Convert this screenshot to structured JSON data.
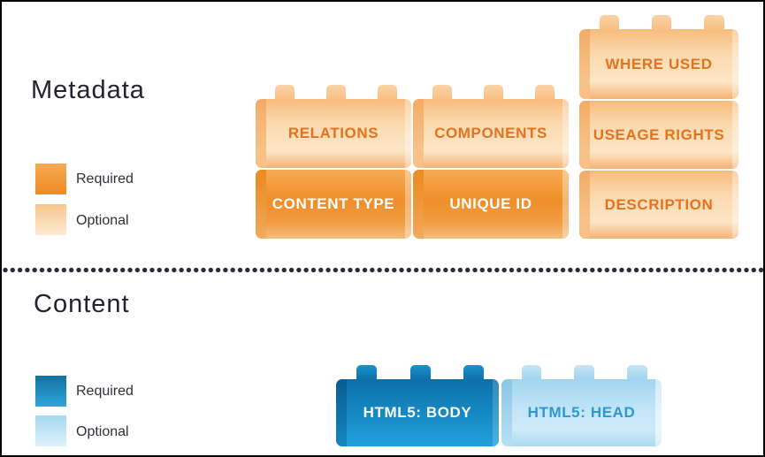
{
  "metadata_section": {
    "title": "Metadata",
    "legend": {
      "required": "Required",
      "optional": "Optional"
    },
    "colors": {
      "required": "#EE8A22",
      "optional": "#F8C68C",
      "label_text": "#E5731E"
    },
    "bricks": [
      {
        "id": "where-used",
        "label": "WHERE USED",
        "status": "optional"
      },
      {
        "id": "relations",
        "label": "RELATIONS",
        "status": "optional"
      },
      {
        "id": "components",
        "label": "COMPONENTS",
        "status": "optional"
      },
      {
        "id": "useage-rights",
        "label": "USEAGE RIGHTS",
        "status": "optional"
      },
      {
        "id": "content-type",
        "label": "CONTENT TYPE",
        "status": "required"
      },
      {
        "id": "unique-id",
        "label": "UNIQUE ID",
        "status": "required"
      },
      {
        "id": "description",
        "label": "DESCRIPTION",
        "status": "optional"
      }
    ]
  },
  "content_section": {
    "title": "Content",
    "legend": {
      "required": "Required",
      "optional": "Optional"
    },
    "colors": {
      "required": "#1486C1",
      "optional": "#ABDAF2",
      "label_text": "#2D99D3"
    },
    "bricks": [
      {
        "id": "html5-body",
        "label": "HTML5: BODY",
        "status": "required"
      },
      {
        "id": "html5-head",
        "label": "HTML5: HEAD",
        "status": "optional"
      }
    ]
  }
}
